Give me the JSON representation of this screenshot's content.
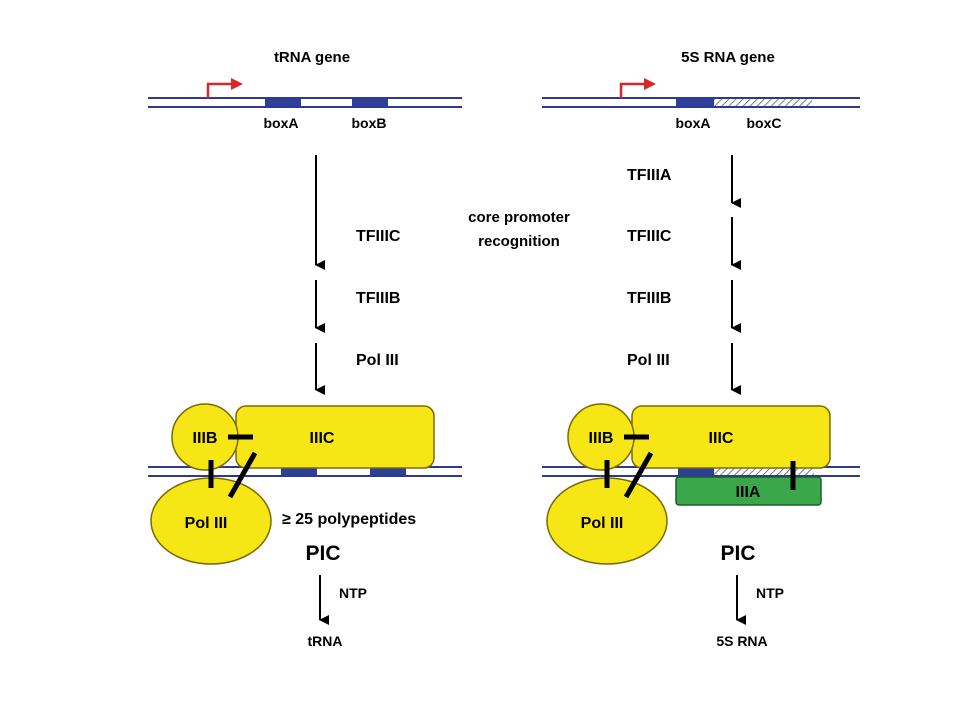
{
  "colors": {
    "dna": "#2f3a8f",
    "box": "#2b3f9b",
    "promoter_arrow": "#d8262a",
    "protein_fill": "#f6e616",
    "protein_stroke": "#7a6a00",
    "tfiiia_fill": "#3aa84a",
    "tfiiia_stroke": "#1d5e28"
  },
  "left": {
    "title": "tRNA gene",
    "box1": "boxA",
    "box2": "boxB",
    "factors": [
      "TFIIIC",
      "TFIIIB",
      "Pol III"
    ],
    "complex": {
      "b": "IIIB",
      "c": "IIIC",
      "pol": "Pol III"
    },
    "polypeptides": "≥ 25 polypeptides",
    "pic": "PIC",
    "ntp": "NTP",
    "product": "tRNA"
  },
  "middle": {
    "line1": "core promoter",
    "line2": "recognition"
  },
  "right": {
    "title": "5S RNA gene",
    "box1": "boxA",
    "box2": "boxC",
    "factors": [
      "TFIIIA",
      "TFIIIC",
      "TFIIIB",
      "Pol III"
    ],
    "complex": {
      "b": "IIIB",
      "c": "IIIC",
      "pol": "Pol III",
      "a": "IIIA"
    },
    "pic": "PIC",
    "ntp": "NTP",
    "product": "5S RNA"
  }
}
